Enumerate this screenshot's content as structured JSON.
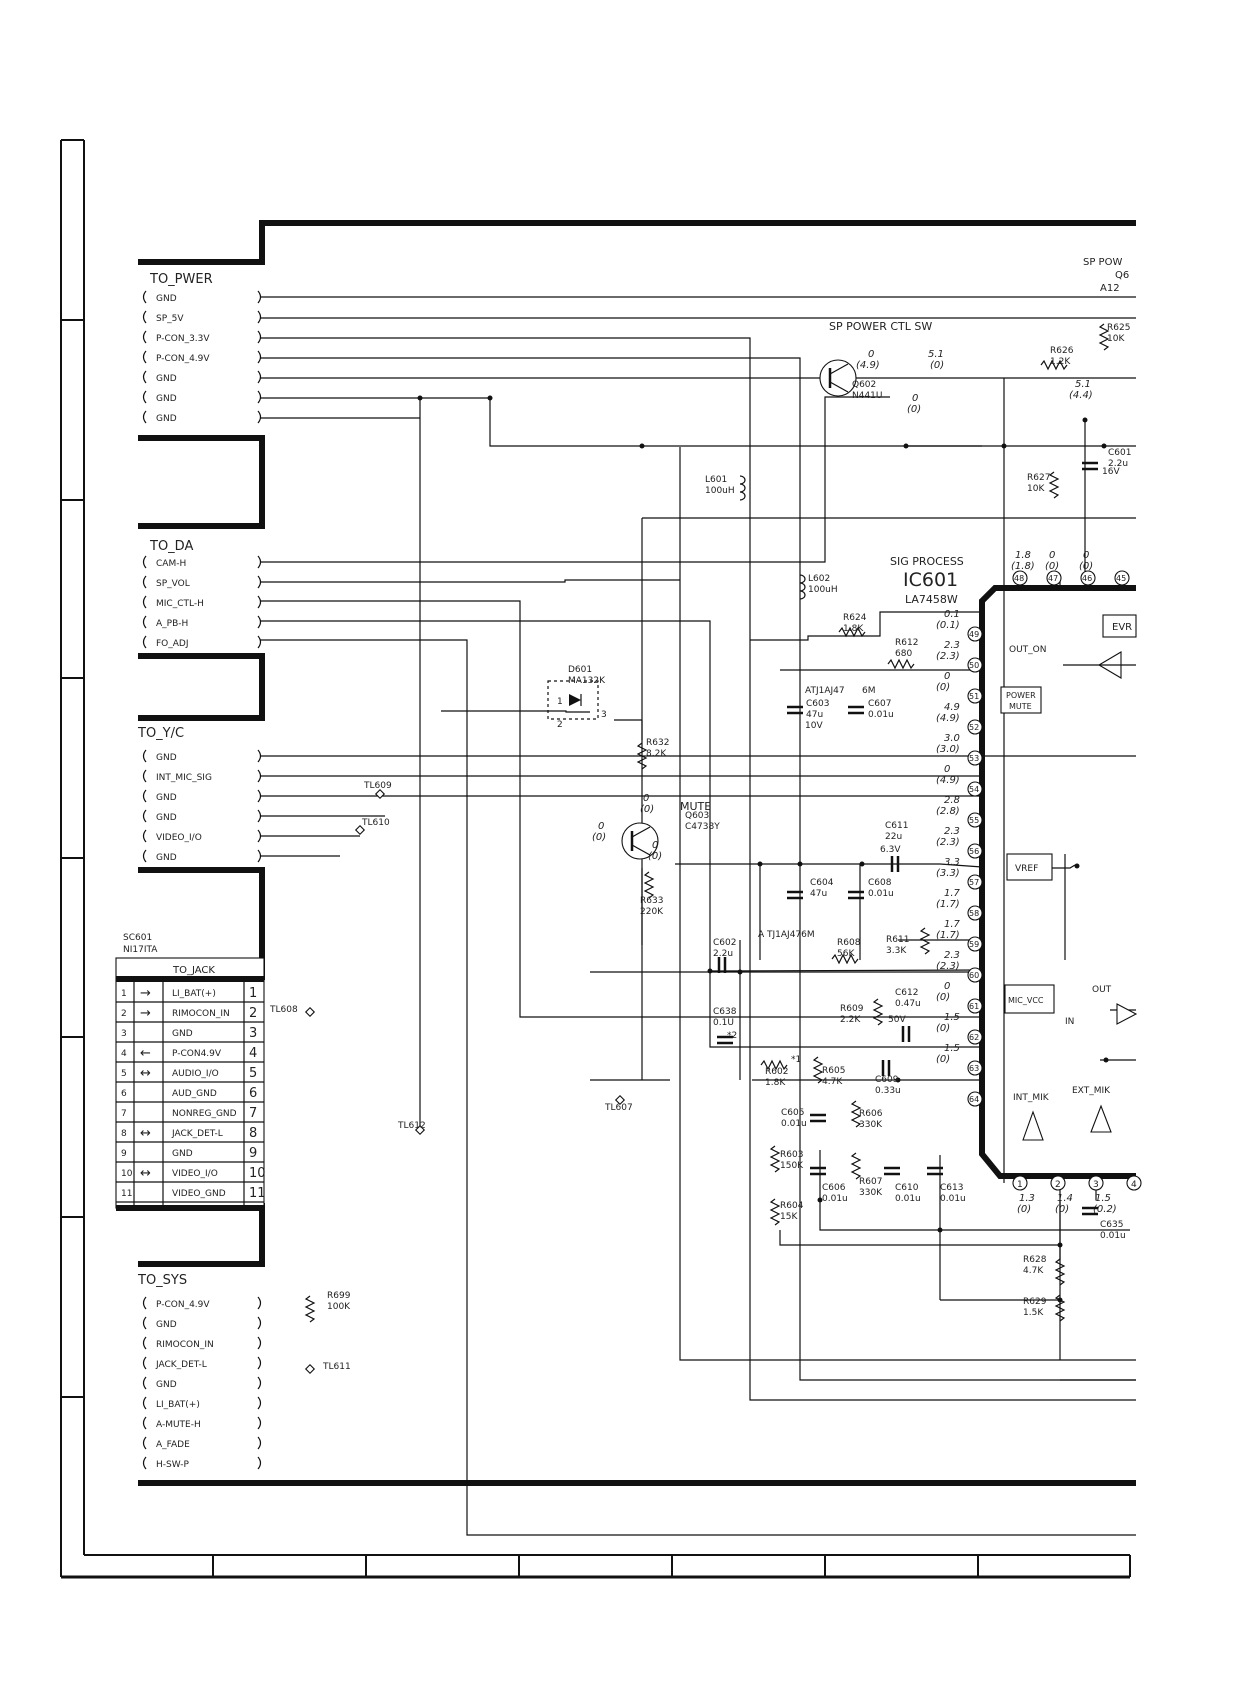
{
  "connectors": {
    "to_pwer": {
      "title": "TO_PWER",
      "pins": [
        "GND",
        "SP_5V",
        "P-CON_3.3V",
        "P-CON_4.9V",
        "GND",
        "GND",
        "GND"
      ]
    },
    "to_da": {
      "title": "TO_DA",
      "pins": [
        "CAM-H",
        "SP_VOL",
        "MIC_CTL-H",
        "A_PB-H",
        "FO_ADJ"
      ]
    },
    "to_yc": {
      "title": "TO_Y/C",
      "pins": [
        "GND",
        "INT_MIC_SIG",
        "GND",
        "GND",
        "VIDEO_I/O",
        "GND"
      ]
    },
    "to_sys": {
      "title": "TO_SYS",
      "pins": [
        "P-CON_4.9V",
        "GND",
        "RIMOCON_IN",
        "JACK_DET-L",
        "GND",
        "LI_BAT(+)",
        "A-MUTE-H",
        "A_FADE",
        "H-SW-P"
      ]
    }
  },
  "jack": {
    "ref": "SC601",
    "part": "NI17ITA",
    "title": "TO_JACK",
    "rows": [
      {
        "n": "1",
        "dir": "→",
        "name": "LI_BAT(+)",
        "pin": "1"
      },
      {
        "n": "2",
        "dir": "→",
        "name": "RIMOCON_IN",
        "pin": "2"
      },
      {
        "n": "3",
        "dir": "",
        "name": "GND",
        "pin": "3"
      },
      {
        "n": "4",
        "dir": "←",
        "name": "P-CON4.9V",
        "pin": "4"
      },
      {
        "n": "5",
        "dir": "↔",
        "name": "AUDIO_I/O",
        "pin": "5"
      },
      {
        "n": "6",
        "dir": "",
        "name": "AUD_GND",
        "pin": "6"
      },
      {
        "n": "7",
        "dir": "",
        "name": "NONREG_GND",
        "pin": "7"
      },
      {
        "n": "8",
        "dir": "↔",
        "name": "JACK_DET-L",
        "pin": "8"
      },
      {
        "n": "9",
        "dir": "",
        "name": "GND",
        "pin": "9"
      },
      {
        "n": "10",
        "dir": "↔",
        "name": "VIDEO_I/O",
        "pin": "10"
      },
      {
        "n": "11",
        "dir": "",
        "name": "VIDEO_GND",
        "pin": "11"
      }
    ]
  },
  "ic": {
    "block": "SIG PROCESS",
    "ref": "IC601",
    "part": "LA7458W",
    "left_pins": [
      {
        "n": "49",
        "v1": "0.1",
        "v2": "(0.1)"
      },
      {
        "n": "50",
        "v1": "2.3",
        "v2": "(2.3)"
      },
      {
        "n": "51",
        "v1": "0",
        "v2": "(0)"
      },
      {
        "n": "52",
        "v1": "4.9",
        "v2": "(4.9)"
      },
      {
        "n": "53",
        "v1": "3.0",
        "v2": "(3.0)"
      },
      {
        "n": "54",
        "v1": "0",
        "v2": "(4.9)"
      },
      {
        "n": "55",
        "v1": "2.8",
        "v2": "(2.8)"
      },
      {
        "n": "56",
        "v1": "2.3",
        "v2": "(2.3)"
      },
      {
        "n": "57",
        "v1": "3.3",
        "v2": "(3.3)"
      },
      {
        "n": "58",
        "v1": "1.7",
        "v2": "(1.7)"
      },
      {
        "n": "59",
        "v1": "1.7",
        "v2": "(1.7)"
      },
      {
        "n": "60",
        "v1": "2.3",
        "v2": "(2.3)"
      },
      {
        "n": "61",
        "v1": "0",
        "v2": "(0)"
      },
      {
        "n": "62",
        "v1": "1.5",
        "v2": "(0)"
      },
      {
        "n": "63",
        "v1": "1.5",
        "v2": "(0)"
      },
      {
        "n": "64",
        "v1": "",
        "v2": ""
      }
    ],
    "top_pins": [
      {
        "n": "48",
        "v1": "1.8",
        "v2": "(1.8)"
      },
      {
        "n": "47",
        "v1": "0",
        "v2": "(0)"
      },
      {
        "n": "46",
        "v1": "0",
        "v2": "(0)"
      },
      {
        "n": "45",
        "v1": "",
        "v2": ""
      }
    ],
    "bottom_pins": [
      {
        "n": "1",
        "v1": "1.3",
        "v2": "(0)"
      },
      {
        "n": "2",
        "v1": "1.4",
        "v2": "(0)"
      },
      {
        "n": "3",
        "v1": "1.5",
        "v2": "(0.2)"
      },
      {
        "n": "4",
        "v1": "",
        "v2": ""
      }
    ],
    "blocks": [
      "EVR",
      "OUT_ON",
      "POWER",
      "MUTE",
      "VREF",
      "MIC_VCC",
      "INT_MIK",
      "EXT_MIK",
      "OUT",
      "IN"
    ]
  },
  "components": [
    {
      "ref": "Q602",
      "value": "N441U"
    },
    {
      "ref": "Q603",
      "value": "C4738Y"
    },
    {
      "ref": "D601",
      "value": "MA132K"
    },
    {
      "ref": "L601",
      "value": "100uH"
    },
    {
      "ref": "L602",
      "value": "100uH"
    },
    {
      "ref": "R624",
      "value": "1.8K"
    },
    {
      "ref": "R612",
      "value": "680"
    },
    {
      "ref": "R632",
      "value": "8.2K"
    },
    {
      "ref": "R633",
      "value": "220K"
    },
    {
      "ref": "R626",
      "value": "1.2K"
    },
    {
      "ref": "R625",
      "value": "10K"
    },
    {
      "ref": "R627",
      "value": "10K"
    },
    {
      "ref": "R608",
      "value": "56K"
    },
    {
      "ref": "R611",
      "value": "3.3K"
    },
    {
      "ref": "R609",
      "value": "2.2K"
    },
    {
      "ref": "R602",
      "value": "1.8K"
    },
    {
      "ref": "R605",
      "value": "4.7K"
    },
    {
      "ref": "R606",
      "value": "330K"
    },
    {
      "ref": "R603",
      "value": "150K"
    },
    {
      "ref": "R604",
      "value": "15K"
    },
    {
      "ref": "R607",
      "value": "330K"
    },
    {
      "ref": "R628",
      "value": "4.7K"
    },
    {
      "ref": "R629",
      "value": "1.5K"
    },
    {
      "ref": "R699",
      "value": "100K"
    },
    {
      "ref": "C601",
      "value": "2.2u"
    },
    {
      "ref": "C603",
      "value": "47u"
    },
    {
      "ref": "C607",
      "value": "0.01u"
    },
    {
      "ref": "C604",
      "value": "47u"
    },
    {
      "ref": "C608",
      "value": "0.01u"
    },
    {
      "ref": "C611",
      "value": "22u"
    },
    {
      "ref": "C602",
      "value": "2.2u"
    },
    {
      "ref": "C612",
      "value": "0.47u"
    },
    {
      "ref": "C638",
      "value": "0.1U"
    },
    {
      "ref": "C609",
      "value": "0.33u"
    },
    {
      "ref": "C605",
      "value": "0.01u"
    },
    {
      "ref": "C606",
      "value": "0.01u"
    },
    {
      "ref": "C610",
      "value": "0.01u"
    },
    {
      "ref": "C613",
      "value": "0.01u"
    },
    {
      "ref": "C635",
      "value": "0.01u"
    }
  ],
  "labels": {
    "sp_power_ctl": "SP POWER CTL SW",
    "sp_pow_cut": "SP POW",
    "q6_cut": "Q6",
    "a12_cut": "A12",
    "mute": "MUTE",
    "atj_a": "ATJ1AJ47",
    "atj_a2": "6M",
    "atj_b": "A  TJ1AJ476M",
    "v10": "10V",
    "v16": "16V",
    "v63": "6.3V",
    "v50": "50V",
    "star1": "*1",
    "star2": "*2",
    "q602_b": "0",
    "q602_b2": "(4.9)",
    "q602_c": "5.1",
    "q602_c2": "(0)",
    "q602_e": "0",
    "q602_e2": "(0)",
    "r626_v": "5.1",
    "r626_v2": "(4.4)",
    "q603_c": "0",
    "q603_c2": "(0)",
    "q603_b": "0",
    "q603_b2": "(0)",
    "q603_e": "0",
    "q603_e2": "(0)",
    "d601_1": "1",
    "d601_2": "2",
    "d601_3": "3"
  },
  "testpoints": [
    "TL609",
    "TL610",
    "TL608",
    "TL612",
    "TL607",
    "TL611"
  ]
}
